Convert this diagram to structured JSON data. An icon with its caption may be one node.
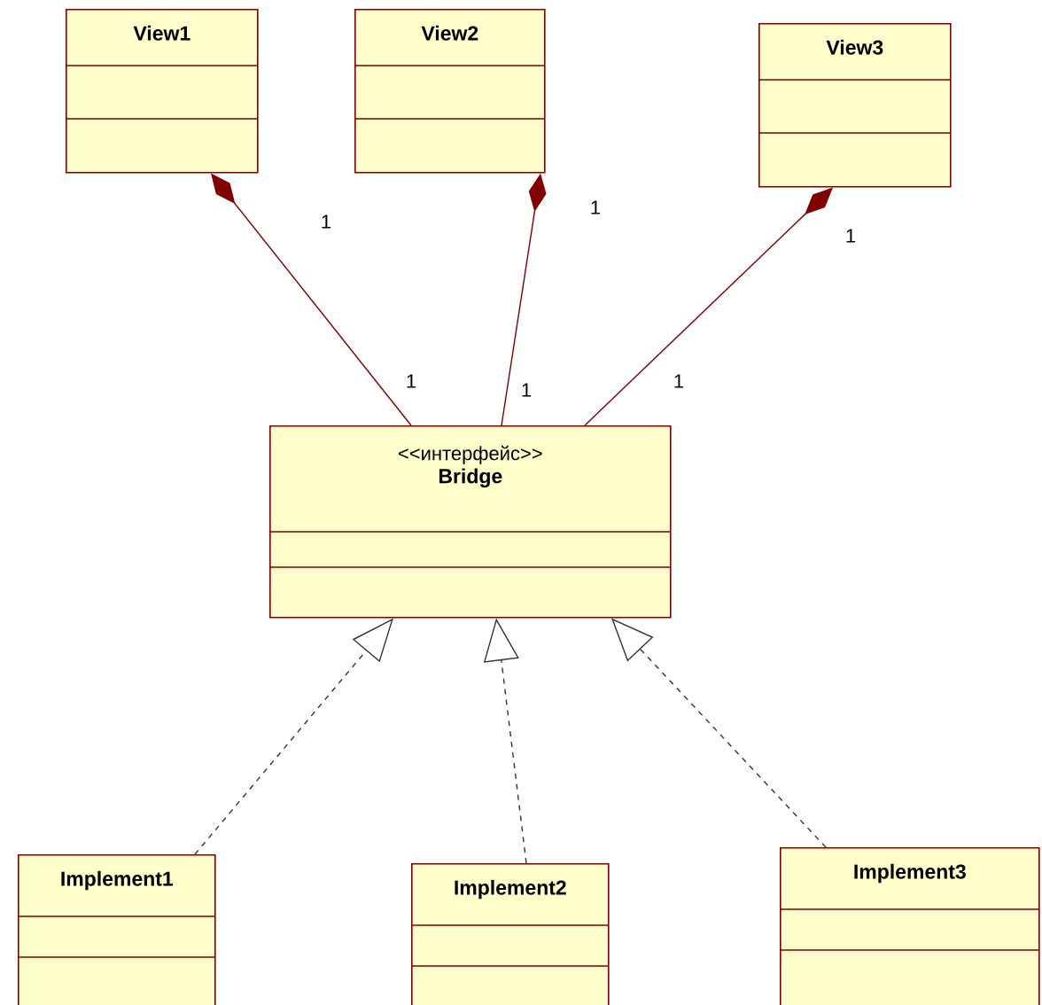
{
  "diagram": {
    "nodes": [
      {
        "text": [
          "View1"
        ]
      },
      {
        "text": [
          "View2"
        ]
      },
      {
        "text": [
          "View3"
        ]
      },
      {
        "text": [
          "<<интерфейс>>",
          "Bridge"
        ]
      },
      {
        "text": [
          "Implement1"
        ]
      },
      {
        "text": [
          "Implement2"
        ]
      },
      {
        "text": [
          "Implement3"
        ]
      }
    ],
    "edges": [
      {
        "from": 3,
        "to": 0,
        "arrow": "other",
        "color": "#800000"
      },
      {
        "from": 3,
        "to": 1,
        "arrow": "other",
        "color": "#800000"
      },
      {
        "from": 3,
        "to": 2,
        "arrow": "other",
        "color": "#800000"
      },
      {
        "from": 4,
        "to": 3,
        "arrow": "to",
        "style": "dashed"
      },
      {
        "from": 5,
        "to": 3,
        "arrow": "to",
        "style": "dashed"
      },
      {
        "from": 6,
        "to": 3,
        "arrow": "to",
        "style": "dashed"
      }
    ],
    "labels": [
      "1",
      "1",
      "1",
      "1",
      "1",
      "1"
    ]
  }
}
